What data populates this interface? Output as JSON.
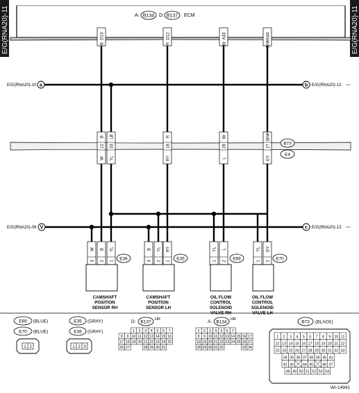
{
  "side_label_left": "E/G(RNA20)-11",
  "side_label_right": "E/G(RNA20)-11",
  "ecm": {
    "conn_a": "B134",
    "conn_d": "B137",
    "name": "ECM",
    "prefix_a": "A:",
    "prefix_d": "D:"
  },
  "ecm_pins": [
    {
      "pin": "D13",
      "wire": "B"
    },
    {
      "pin": "D12",
      "wire": "R"
    },
    {
      "pin": "A33",
      "wire": "Br"
    },
    {
      "pin": "A34",
      "wire": "BrW"
    }
  ],
  "refs": {
    "a": {
      "letter": "a",
      "label": "E/G(RNA20)-10"
    },
    "b": {
      "letter": "b",
      "label": "E/G(RNA20)-13"
    },
    "v": {
      "letter": "V",
      "label": "E/G(RNA20)-08"
    },
    "c": {
      "letter": "c",
      "label": "E/G(RNA20)-13"
    }
  },
  "joint": {
    "conn_top": "B73",
    "conn_bottom": "E4"
  },
  "joint_pins": [
    {
      "top_wire": "B",
      "pin": "12",
      "bottom_wire": "W"
    },
    {
      "top_wire": "LB",
      "pin": "33",
      "bottom_wire": "YL"
    },
    {
      "top_wire": "R",
      "pin": "18",
      "bottom_wire": "RY"
    },
    {
      "top_wire": "Br",
      "pin": "28",
      "bottom_wire": "L"
    },
    {
      "top_wire": "BrW",
      "pin": "27",
      "bottom_wire": "GY"
    }
  ],
  "components": [
    {
      "conn": "E36",
      "name_lines": [
        "CAMSHAFT",
        "POSITION",
        "SENSOR RH"
      ],
      "wires": [
        "W",
        "B",
        "YL"
      ],
      "pins": [
        "3",
        "2",
        "1"
      ]
    },
    {
      "conn": "E35",
      "name_lines": [
        "CAMSHAFT",
        "POSITION",
        "SENSOR LH"
      ],
      "wires": [
        "B",
        "YL",
        "RY"
      ],
      "pins": [
        "3",
        "2",
        "1"
      ]
    },
    {
      "conn": "E69",
      "name_lines": [
        "OIL FLOW",
        "CONTROL",
        "SOLENOID",
        "VALVE RH"
      ],
      "wires": [
        "YL",
        "L"
      ],
      "pins": [
        "1",
        "2"
      ]
    },
    {
      "conn": "E70",
      "name_lines": [
        "OIL FLOW",
        "CONTROL",
        "SOLENOID",
        "VALVE LH"
      ],
      "wires": [
        "YL",
        "GY"
      ],
      "pins": [
        "1",
        "2"
      ]
    }
  ],
  "legend": {
    "e69": {
      "conn": "E69",
      "color": "(BLUE)"
    },
    "e70": {
      "conn": "E70",
      "color": "(BLUE)"
    },
    "e35": {
      "conn": "E35",
      "color": "(GRAY)"
    },
    "e36": {
      "conn": "E36",
      "color": "(GRAY)"
    },
    "d": {
      "prefix": "D:",
      "conn": "B137",
      "suffix": "HR"
    },
    "a": {
      "prefix": "A:",
      "conn": "B134",
      "suffix": "HR"
    },
    "b73": {
      "conn": "B73",
      "color": "(BLACK)"
    },
    "small_pins": [
      "1",
      "2",
      "3"
    ],
    "d_rows": [
      [
        "",
        "",
        "1",
        "2",
        "3",
        "4",
        "5",
        "6",
        "7"
      ],
      [
        "8",
        "9",
        "10",
        "11",
        "12",
        "13",
        "14",
        "15",
        "16"
      ],
      [
        "17",
        "18",
        "19",
        "20",
        "21",
        "22",
        "23",
        "24",
        "25"
      ],
      [
        "26",
        "27",
        "",
        "",
        "28",
        "29",
        "30",
        "31",
        ""
      ]
    ],
    "a_rows": [
      [
        "1",
        "2",
        "3",
        "4",
        "5",
        "6",
        "7",
        "",
        ""
      ],
      [
        "8",
        "9",
        "10",
        "11",
        "12",
        "13",
        "14",
        "15",
        "16",
        "17"
      ],
      [
        "18",
        "19",
        "20",
        "21",
        "22",
        "23",
        "24",
        "25",
        "26",
        "27"
      ],
      [
        "28",
        "29",
        "30",
        "31",
        "32",
        "",
        "",
        "",
        "33",
        "34"
      ]
    ],
    "b73_rows": [
      [
        "1",
        "2",
        "3",
        "4",
        "5",
        "6",
        "7",
        "8",
        "9",
        "10",
        "11"
      ],
      [
        "12",
        "13",
        "14",
        "15",
        "16",
        "17",
        "18",
        "19",
        "20",
        "21",
        "22"
      ],
      [
        "23",
        "24",
        "25",
        "26",
        "27",
        "28",
        "29",
        "30",
        "31",
        "32",
        "33"
      ],
      [
        "34",
        "35",
        "36",
        "37",
        "38",
        "39",
        "40",
        "41"
      ],
      [
        "42",
        "43",
        "",
        "44",
        "45",
        "",
        "46",
        "47"
      ],
      [
        "48",
        "49",
        "50",
        "51",
        "52",
        "53",
        "54"
      ]
    ]
  },
  "figure_id": "WI-14941"
}
